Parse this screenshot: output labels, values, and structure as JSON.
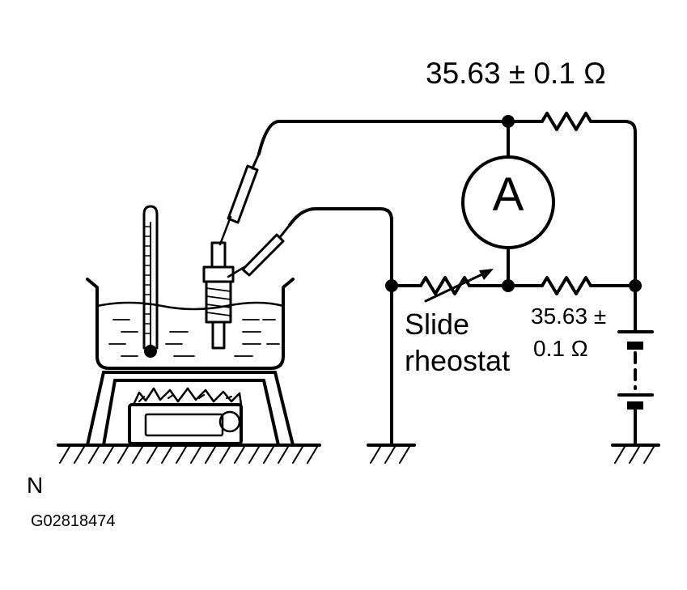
{
  "labels": {
    "top_resistor": "35.63 ± 0.1 Ω",
    "slide_rheostat_line1": "Slide",
    "slide_rheostat_line2": "rheostat",
    "bottom_resistor_line1": "35.63 ±",
    "bottom_resistor_line2": "0.1 Ω",
    "ammeter": "A",
    "corner_letter": "N",
    "figure_id": "G02818474"
  },
  "colors": {
    "line": "#000000",
    "background": "#ffffff"
  }
}
